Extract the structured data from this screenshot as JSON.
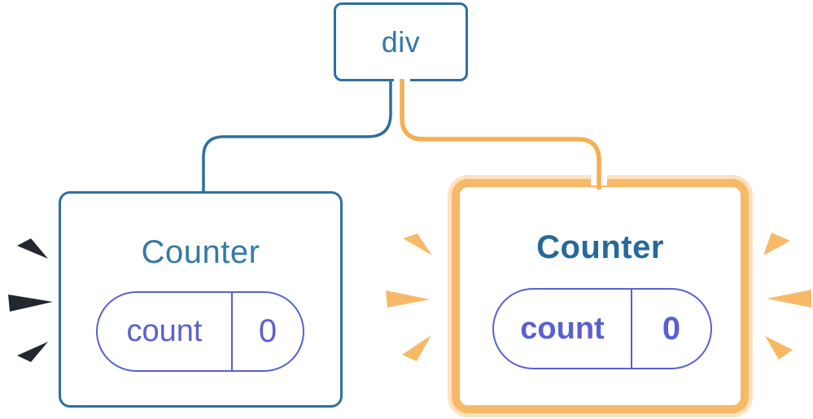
{
  "diagram": {
    "description": "React component tree: a div root with two Counter children; the second Counter is highlighted as updated",
    "root": {
      "label": "div"
    },
    "left_counter": {
      "title": "Counter",
      "state": {
        "key": "count",
        "value": "0"
      },
      "highlighted": false
    },
    "right_counter": {
      "title": "Counter",
      "state": {
        "key": "count",
        "value": "0"
      },
      "highlighted": true
    },
    "colors": {
      "node_border_blue": "#2e6f9e",
      "node_text_blue": "#3579a8",
      "highlight_title_blue": "#26699a",
      "state_purple": "#5a60d2",
      "highlight_orange": "#f8b967",
      "highlight_pale_orange": "#fbe3c1",
      "pipe_core_orange": "#f6ae52",
      "pipe_white": "#ffffff",
      "spark_navy": "#23272f",
      "background": "#ffffff"
    }
  }
}
